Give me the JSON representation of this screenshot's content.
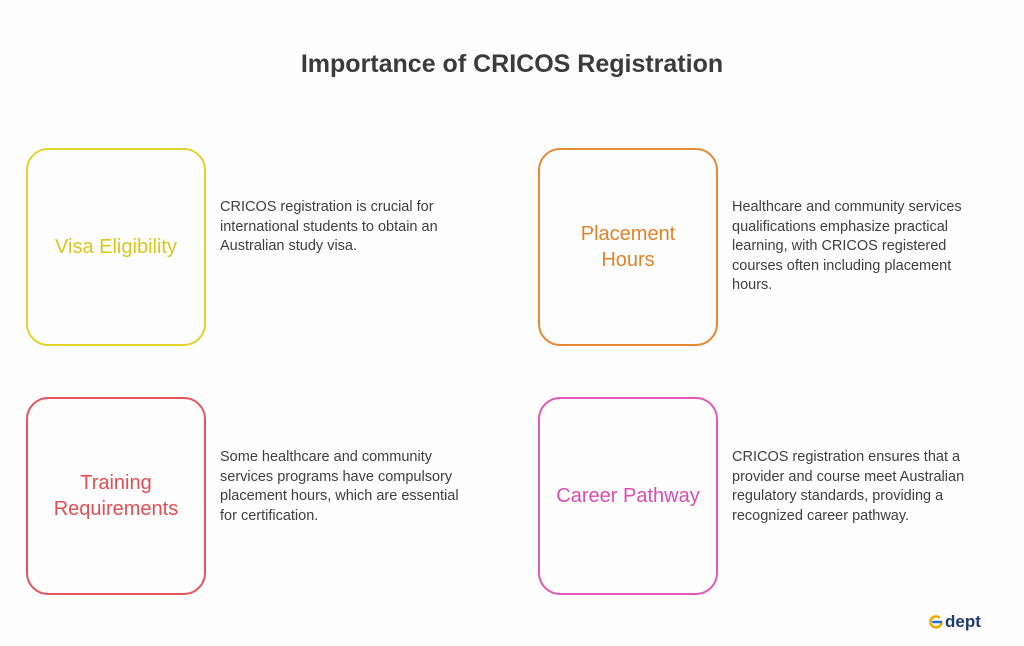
{
  "title": "Importance of CRICOS Registration",
  "colors": {
    "visa": "#e2d32c",
    "placement": "#e58a33",
    "training": "#e6555b",
    "career": "#e05ab8"
  },
  "items": [
    {
      "label": "Visa Eligibility",
      "description": "CRICOS registration is crucial for international students to obtain an Australian study visa."
    },
    {
      "label": "Placement Hours",
      "description": "Healthcare and community services qualifications emphasize practical learning, with CRICOS registered courses often including placement hours."
    },
    {
      "label": "Training Requirements",
      "description": "Some healthcare and community services programs have compulsory placement hours, which are essential for certification."
    },
    {
      "label": "Career Pathway",
      "description": "CRICOS registration ensures that a provider and course meet Australian regulatory standards, providing a recognized career pathway."
    }
  ],
  "logo": {
    "text": "dept",
    "icon": "edept-e-icon"
  }
}
